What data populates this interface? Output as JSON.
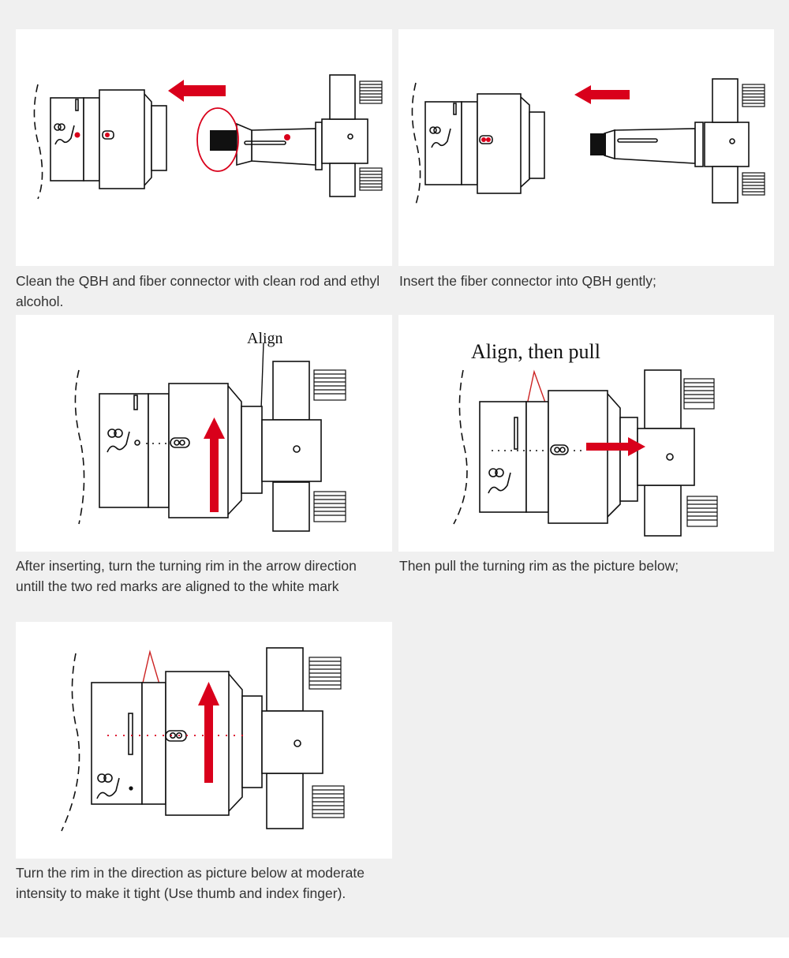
{
  "colors": {
    "background": "#f0f0f0",
    "panel": "#ffffff",
    "line": "#111111",
    "accent_red": "#d9001b",
    "caption_text": "#333333"
  },
  "steps": [
    {
      "caption": "Clean the QBH and fiber connector with clean rod and ethyl alcohol.",
      "icons": [
        "qbh-head-drawing",
        "fiber-connector-drawing",
        "red-arrow-left-icon",
        "red-circle-highlight"
      ]
    },
    {
      "caption": "Insert the fiber connector into QBH gently;",
      "icons": [
        "qbh-head-drawing",
        "fiber-connector-drawing",
        "red-arrow-left-icon"
      ]
    },
    {
      "caption": "After inserting, turn the turning rim in the arrow direction untill the two red marks are aligned to the white mark",
      "label": "Align",
      "icons": [
        "qbh-assembled-drawing",
        "red-arrow-up-icon"
      ]
    },
    {
      "caption": "Then pull the turning rim as the picture below;",
      "label": "Align, then pull",
      "icons": [
        "qbh-assembled-drawing",
        "red-arrow-right-icon"
      ]
    },
    {
      "caption": "Turn the rim in the direction as picture below at moderate intensity to make it tight (Use thumb and index finger).",
      "icons": [
        "qbh-assembled-drawing",
        "red-arrow-up-icon"
      ]
    }
  ]
}
